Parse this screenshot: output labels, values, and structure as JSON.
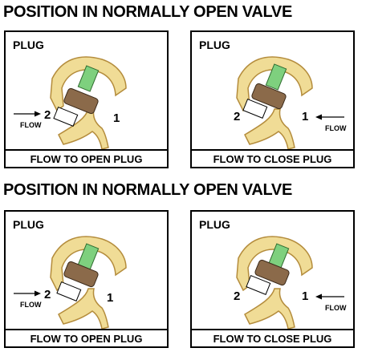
{
  "sections": [
    {
      "title": "POSITION IN NORMALLY OPEN VALVE",
      "panels": [
        {
          "plug_label": "PLUG",
          "caption": "FLOW TO OPEN PLUG",
          "port_left": "2",
          "port_right": "1",
          "flow_label": "FLOW",
          "flow_direction": "right"
        },
        {
          "plug_label": "PLUG",
          "caption": "FLOW TO CLOSE PLUG",
          "port_left": "2",
          "port_right": "1",
          "flow_label": "FLOW",
          "flow_direction": "left"
        }
      ]
    },
    {
      "title": "POSITION IN NORMALLY OPEN VALVE",
      "panels": [
        {
          "plug_label": "PLUG",
          "caption": "FLOW TO OPEN PLUG",
          "port_left": "2",
          "port_right": "1",
          "flow_label": "FLOW",
          "flow_direction": "right"
        },
        {
          "plug_label": "PLUG",
          "caption": "FLOW TO CLOSE PLUG",
          "port_left": "2",
          "port_right": "1",
          "flow_label": "FLOW",
          "flow_direction": "left"
        }
      ]
    }
  ],
  "colors": {
    "valve_body": "#f0dc96",
    "valve_outline": "#b48c3c",
    "stem": "#7ed07e",
    "plug": "#8b6a4a",
    "seat": "#ffffff"
  }
}
